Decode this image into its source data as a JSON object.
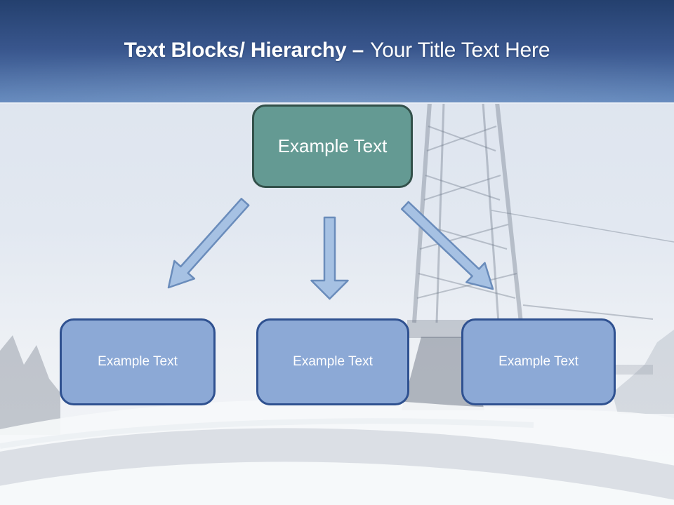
{
  "slide_title": {
    "bold": "Text Blocks/ Hierarchy –",
    "regular": "Your Title Text Here"
  },
  "hierarchy": {
    "root": {
      "label": "Example Text"
    },
    "children": [
      {
        "label": "Example Text"
      },
      {
        "label": "Example Text"
      },
      {
        "label": "Example Text"
      }
    ],
    "connectors": [
      {
        "icon": "arrow-down-left"
      },
      {
        "icon": "arrow-down"
      },
      {
        "icon": "arrow-down-right"
      }
    ]
  },
  "background_image": "faded-winter-drilling-rig-photo",
  "colors": {
    "header-top": "#24406e",
    "header-bottom": "#6187bc",
    "body-bg": "#dce3ed",
    "root-fill": "#649a93",
    "root-border": "#32504a",
    "child-fill": "#8ca9d6",
    "child-border": "#2f5190",
    "arrow-fill": "#a6c1e3",
    "arrow-border": "#6a8cbb",
    "text": "#ffffff"
  }
}
